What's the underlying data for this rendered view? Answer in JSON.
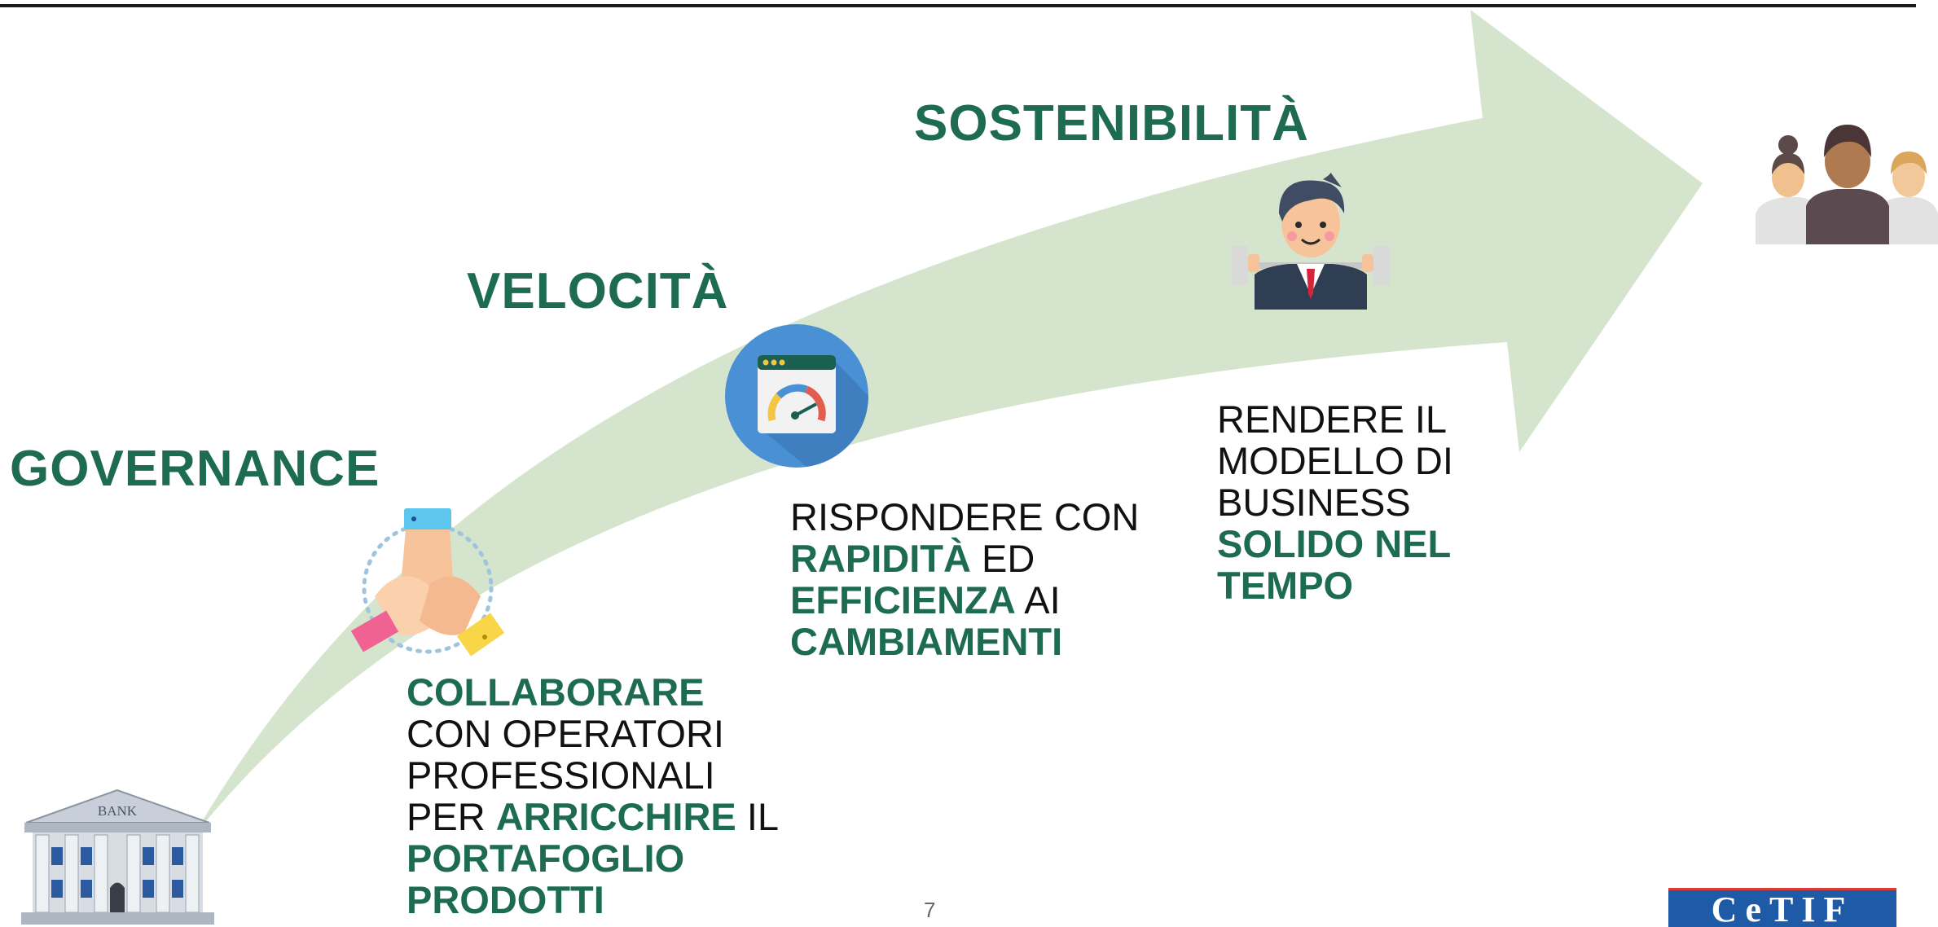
{
  "headings": {
    "governance": "GOVERNANCE",
    "velocita": "VELOCITÀ",
    "sostenibilita": "SOSTENIBILITÀ"
  },
  "descriptions": {
    "governance": [
      {
        "t": "COLLABORARE",
        "hl": true
      },
      {
        "t": "CON OPERATORI",
        "hl": false
      },
      {
        "t": "PROFESSIONALI",
        "hl": false
      },
      [
        {
          "t": "PER ",
          "hl": false
        },
        {
          "t": "ARRICCHIRE",
          "hl": true
        },
        {
          "t": " IL",
          "hl": false
        }
      ],
      {
        "t": "PORTAFOGLIO",
        "hl": true
      },
      {
        "t": "PRODOTTI",
        "hl": true
      }
    ],
    "velocita": [
      {
        "t": "RISPONDERE CON",
        "hl": false
      },
      [
        {
          "t": "RAPIDITÀ",
          "hl": true
        },
        {
          "t": " ED",
          "hl": false
        }
      ],
      [
        {
          "t": "EFFICIENZA",
          "hl": true
        },
        {
          "t": " AI",
          "hl": false
        }
      ],
      {
        "t": "CAMBIAMENTI",
        "hl": true
      }
    ],
    "sostenibilita": [
      {
        "t": "RENDERE IL",
        "hl": false
      },
      {
        "t": "MODELLO DI",
        "hl": false
      },
      {
        "t": "BUSINESS",
        "hl": false
      },
      {
        "t": "SOLIDO NEL",
        "hl": true
      },
      {
        "t": "TEMPO",
        "hl": true
      }
    ]
  },
  "bank_sign": "BANK",
  "page_number": "7",
  "logo_text": "CeTIF",
  "colors": {
    "accent": "#1d6b52",
    "arrow": "#d5e4cc",
    "text": "#111111"
  },
  "icons": [
    "bank-icon",
    "hands-teamwork-icon",
    "speedometer-icon",
    "businessman-lifting-icon",
    "people-group-icon"
  ]
}
